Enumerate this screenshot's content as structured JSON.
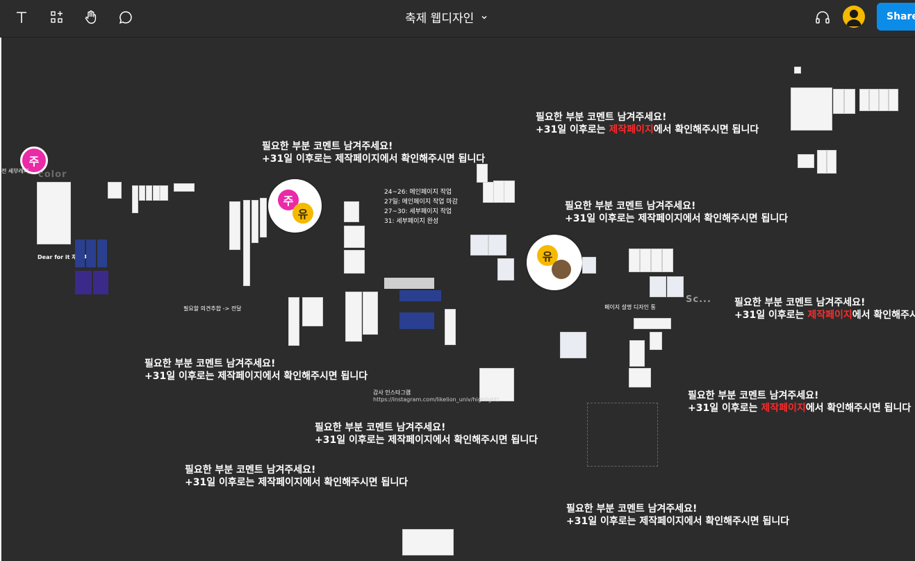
{
  "toolbar": {
    "file_title": "축제 웹디자인",
    "share_label": "Share",
    "tools": [
      "text-tool",
      "shapes-tool",
      "hand-tool",
      "comment-tool"
    ]
  },
  "cursors": {
    "ju": "주",
    "yu": "유"
  },
  "notes": {
    "line1": "필요한 부분 코멘트 남겨주세요!",
    "line2_prefix": "+31일 이후로는 ",
    "line2_plain": "+31일 이후로는 제작페이지에서 확인해주시면 됩니다",
    "line2_highlight": "제작페이지",
    "line2_suffix": "에서 확인해주시면 됩니다",
    "line2_suffix_cut": "에서 확인해주시Ⅰ"
  },
  "schedule": {
    "l1": "24~26: 메인페이지 작업",
    "l2": "27일: 메인페이지 작업 마감",
    "l3": "27~30: 세부페이지 작업",
    "l4": "31: 세부페이지 완성"
  },
  "misc": {
    "color_label": "color",
    "sc_label": "Sc...",
    "feedback": "필요할 의견추합 -> 전달",
    "left_cut": "전 세부레리",
    "footer_credit": "감사 인스타그램",
    "footer_url": "https://instagram.com/likelion_univ/highlight/...",
    "poster_title": "Dear for it 재즈 페스",
    "page_title_label": "페이지 설명 디자인 통"
  },
  "colors": {
    "background": "#2c2c2c",
    "accent": "#0c8ce9",
    "pink": "#ea2aa6",
    "yellow": "#f5b900",
    "highlight_red": "#ff2a2a"
  }
}
